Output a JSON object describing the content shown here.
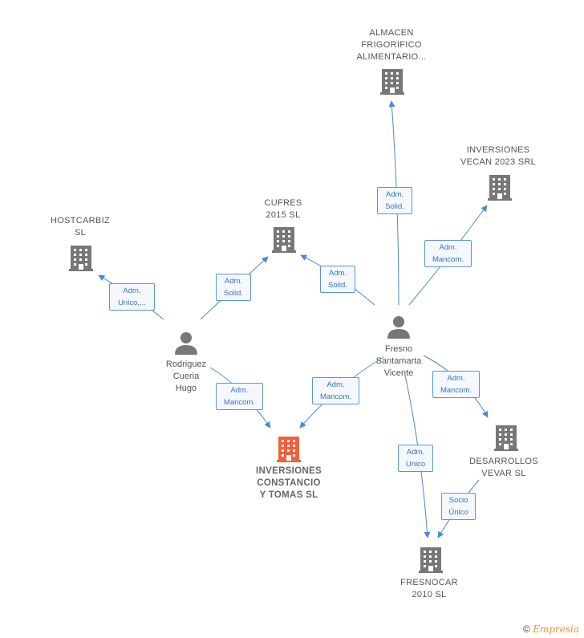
{
  "companies": {
    "almacen": {
      "label": "ALMACEN\nFRIGORIFICO\nALIMENTARIO..."
    },
    "vecan": {
      "label": "INVERSIONES\nVECAN 2023 SRL"
    },
    "cufres": {
      "label": "CUFRES\n2015  SL"
    },
    "hostcarbiz": {
      "label": "HOSTCARBIZ\nSL"
    },
    "constancio": {
      "label": "INVERSIONES\nCONSTANCIO\nY TOMAS  SL"
    },
    "desarrollos": {
      "label": "DESARROLLOS\nVEVAR  SL"
    },
    "fresnocar": {
      "label": "FRESNOCAR\n2010  SL"
    }
  },
  "persons": {
    "rodriguez": {
      "label": "Rodriguez\nCueria\nHugo"
    },
    "fresno": {
      "label": "Fresno\nSantamarta\nVicente"
    }
  },
  "edges": {
    "e_almacen": "Adm.\nSolid.",
    "e_vecan": "Adm.\nMancom.",
    "e_cufres_fresno": "Adm.\nSolid.",
    "e_cufres_rodriguez": "Adm.\nSolid.",
    "e_hostcarbiz": "Adm.\nUnico,...",
    "e_constancio_rodriguez": "Adm.\nMancom.",
    "e_constancio_fresno": "Adm.\nMancom.",
    "e_desarrollos": "Adm.\nMancom.",
    "e_fresnocar_fresno": "Adm.\nUnico",
    "e_fresnocar_desarrollos": "Socio\nÚnico"
  },
  "colors": {
    "edge": "#4a88d6",
    "building": "#777777",
    "building_main": "#f0603a",
    "person": "#777777"
  },
  "footer": {
    "copyright": "©",
    "brand": "Empresia"
  }
}
